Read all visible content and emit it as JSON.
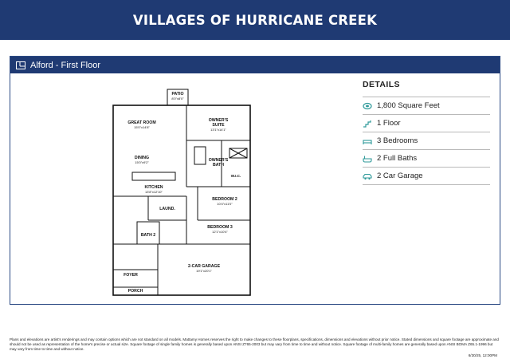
{
  "header": {
    "title": "VILLAGES OF HURRICANE CREEK"
  },
  "plan_panel": {
    "title": "Alford - First Floor",
    "rooms": {
      "patio": "PATIO",
      "patio_dim": "8'0\"x8'0\"",
      "great_room": "GREAT ROOM",
      "great_room_dim": "15'0\"x14'8\"",
      "owners_suite_1": "OWNER'S",
      "owners_suite_2": "SUITE",
      "owners_suite_dim": "13'1\"x14'1\"",
      "dining": "DINING",
      "dining_dim": "15'0\"x9'2\"",
      "owners_bath_1": "OWNER'S",
      "owners_bath_2": "BATH",
      "wic": "W.I.C.",
      "kitchen": "KITCHEN",
      "kitchen_dim": "13'8\"x12'10\"",
      "bedroom2": "BEDROOM 2",
      "bedroom2_dim": "10'4\"x11'0\"",
      "laund": "LAUND.",
      "bedroom3": "BEDROOM 3",
      "bedroom3_dim": "12'1\"x10'4\"",
      "bath2": "BATH 2",
      "garage": "2-CAR GARAGE",
      "garage_dim": "19'1\"x20'1\"",
      "foyer": "FOYER",
      "porch": "PORCH"
    }
  },
  "details": {
    "heading": "DETAILS",
    "items": [
      {
        "label": "1,800 Square Feet",
        "icon": "square-feet-icon"
      },
      {
        "label": "1 Floor",
        "icon": "stairs-icon"
      },
      {
        "label": "3 Bedrooms",
        "icon": "bed-icon"
      },
      {
        "label": "2 Full Baths",
        "icon": "bath-icon"
      },
      {
        "label": "2 Car Garage",
        "icon": "car-icon"
      }
    ]
  },
  "footer": {
    "disclaimer": "Plans and elevations are artist's renderings and may contain options which are not standard on all models. Mattamy Homes reserves the right to make changes to these floorplans, specifications, dimensions and elevations without prior notice. Stated dimensions and square footage are approximate and should not be used as representation of the home's precise or actual size. Square footage of single family homes is generally based upon ANSI Z765-2003 but may vary from time to time and without notice. Square footage of multi-family homes are generally based upon ANSI BOMA Z65.1-1996 but may vary from time to time and without notice.",
    "timestamp": "6/30/25, 12:00PM"
  },
  "colors": {
    "brand_navy": "#1f3a73",
    "accent_teal": "#2f9a9a"
  }
}
